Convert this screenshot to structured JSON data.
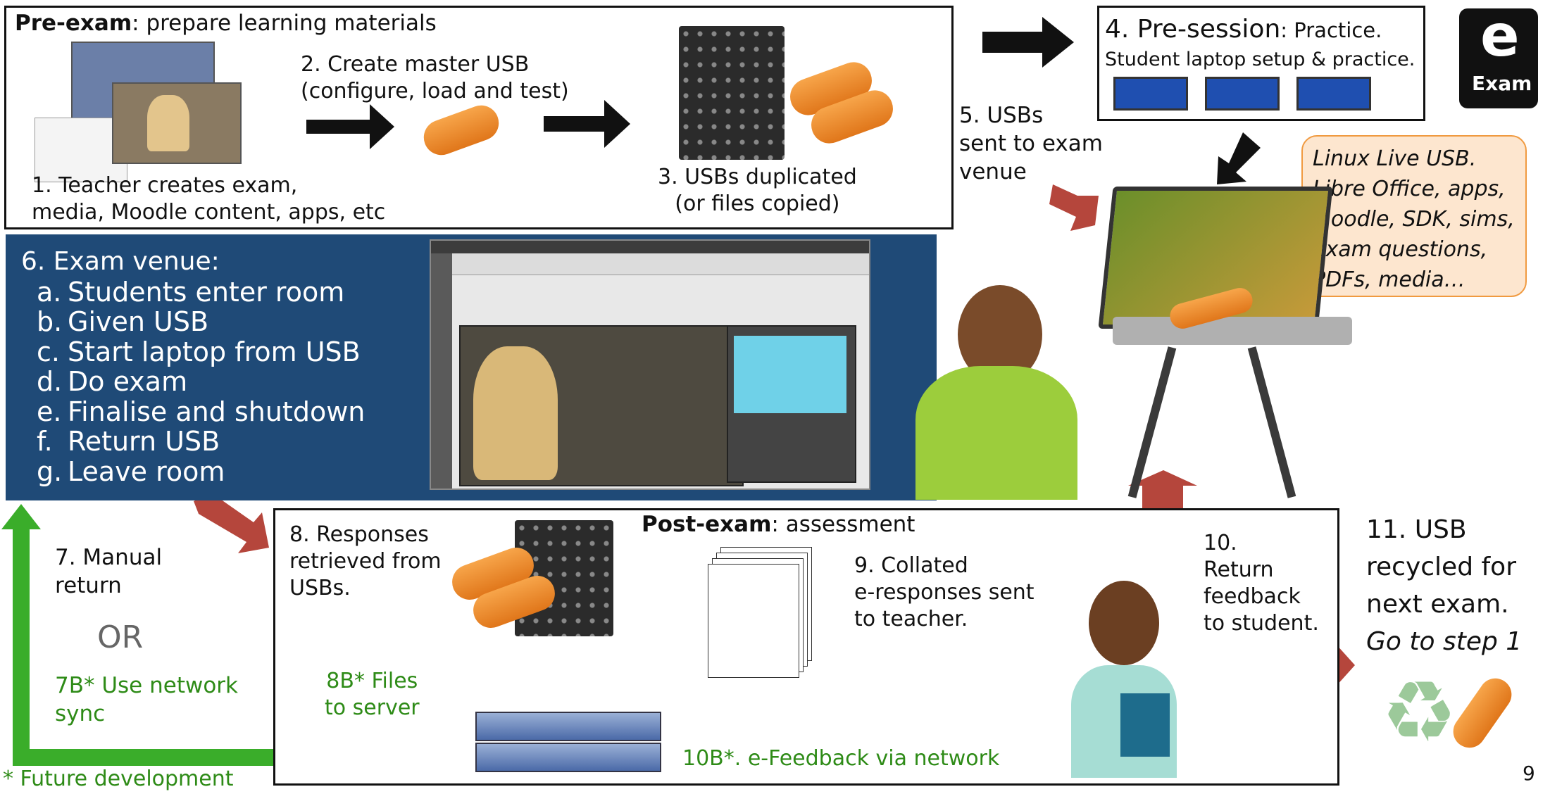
{
  "pre_exam": {
    "title_bold": "Pre-exam",
    "title_rest": ": prepare learning materials",
    "step1": [
      "1. Teacher creates exam,",
      "media, Moodle content, apps, etc"
    ],
    "step2": [
      "2. Create master USB",
      "(configure, load and test)"
    ],
    "step3": [
      "3. USBs duplicated",
      "(or files copied)"
    ]
  },
  "pre_session": {
    "title_big": "4. Pre-session",
    "title_rest": ": Practice.",
    "subtitle": "Student laptop setup & practice."
  },
  "logo": {
    "letter": "e",
    "word": "Exam"
  },
  "step5": [
    "5. USBs",
    "sent to exam",
    "venue"
  ],
  "bubble": [
    "Linux Live USB.",
    "Libre Office, apps,",
    "Moodle, SDK, sims,",
    "exam questions,",
    "PDFs, media…"
  ],
  "venue": {
    "heading": "6. Exam venue:",
    "items": [
      {
        "key": "a.",
        "text": "Students enter room"
      },
      {
        "key": "b.",
        "text": "Given USB"
      },
      {
        "key": "c.",
        "text": "Start laptop from USB"
      },
      {
        "key": "d.",
        "text": "Do exam"
      },
      {
        "key": "e.",
        "text": "Finalise and shutdown"
      },
      {
        "key": "f.",
        "text": "Return USB"
      },
      {
        "key": "g.",
        "text": "Leave room"
      }
    ]
  },
  "step7": [
    "7. Manual",
    "return"
  ],
  "or_label": "OR",
  "step7b": [
    "7B* Use network",
    "sync"
  ],
  "future": "* Future development",
  "post_exam": {
    "title_bold": "Post-exam",
    "title_rest": ": assessment"
  },
  "step8": [
    "8. Responses",
    "retrieved from",
    "USBs."
  ],
  "step8b": [
    "8B* Files",
    "to server"
  ],
  "step9": [
    "9. Collated",
    "e-responses sent",
    "to teacher."
  ],
  "step10": [
    "10.",
    "Return",
    "feedback",
    "to student."
  ],
  "step10b": "10B*. e-Feedback via network",
  "step11": [
    "11. USB",
    "recycled for",
    "next exam."
  ],
  "step11_italic": "Go to step 1",
  "page_number": "9",
  "colors": {
    "venue_bg": "#1f4a77",
    "green_arrow": "#3aad2a",
    "red_arrow": "#b5463c",
    "usb_orange": "#f08a24",
    "bubble_bg": "#fde6cf"
  }
}
